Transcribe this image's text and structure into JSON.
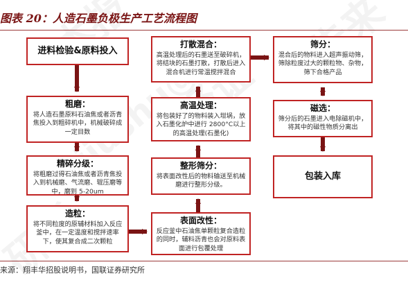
{
  "figure": {
    "title": "图表 20：人造石墨负极生产工艺流程图",
    "source": "来源：翔丰华招股说明书，国联证券研究所"
  },
  "watermark": [
    "本报",
    "告来",
    "自",
    "ujiushu@",
    "经证",
    "研所"
  ],
  "steps": {
    "s1": {
      "title": "进料检验&原料投入",
      "text": ""
    },
    "s2": {
      "title": "粗磨：",
      "text": "将人造石墨原料石油焦或者沥青焦投入到粗碎机中，机械破碎成一定目数"
    },
    "s3": {
      "title": "精碎分级：",
      "text": "将粗磨过得石油焦或者沥青焦投入到机械磨、气流磨、辊压磨等中，磨到 5-20um"
    },
    "s4": {
      "title": "造粒：",
      "text": "将不同粒度的原辅材料加入反应釜中，在一定温度和搅拌速率下，使其复合成二次颗粒"
    },
    "s5": {
      "title": "表面改性：",
      "text": "反应釜中石油焦单颗粒复合造粒的同时，辅料沥青也会对原料表面进行包覆处理"
    },
    "s6": {
      "title": "整形筛分：",
      "text": "将表面改性后的物料输送至机械磨进行整形分级。"
    },
    "s7": {
      "title": "高温处理：",
      "text": "将包装好了的物料装入坩埚，放入石墨化炉中进行 2800°C以上的高温处理(石墨化)"
    },
    "s8": {
      "title": "打散混合：",
      "text": "高温处理后的石墨送至破碎机，将结块的石墨打散，打散后进入混合机进行常温搅拌混合"
    },
    "s9": {
      "title": "筛分：",
      "text": "混合后的物料进入超声振动筛，筛除粒度过大的颗粒物、杂物，筛下合格产品"
    },
    "s10": {
      "title": "磁选：",
      "text": "筛分后的石墨进入电除磁机中，将其中的磁性物质分离出"
    },
    "s11": {
      "title": "包装入库",
      "text": ""
    }
  }
}
